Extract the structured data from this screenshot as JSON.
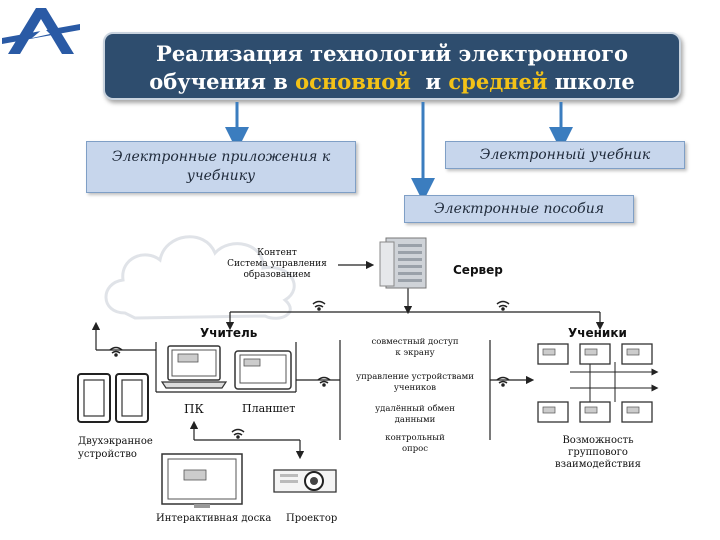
{
  "title": {
    "line1": "Реализация технологий электронного",
    "line2_pre": "обучения в ",
    "line2_hl1": "основной",
    "line2_mid": "  и ",
    "line2_hl2": "средней",
    "line2_post": " школе"
  },
  "boxes": {
    "apps": "Электронные приложения к учебнику",
    "textbook": "Электронный учебник",
    "manuals": "Электронные пособия"
  },
  "server": {
    "content_line1": "Контент",
    "content_line2": "Система управления",
    "content_line3": "образованием",
    "label": "Сервер"
  },
  "teacher": {
    "label": "Учитель",
    "pc": "ПК",
    "tablet": "Планшет",
    "dual_line1": "Двухэкранное",
    "dual_line2": "устройство",
    "board": "Интерактивная доска",
    "projector": "Проектор"
  },
  "functions": {
    "f1_line1": "совместный доступ",
    "f1_line2": "к экрану",
    "f2_line1": "управление устройствами",
    "f2_line2": "учеников",
    "f3_line1": "удалённый обмен",
    "f3_line2": "данными",
    "f4_line1": "контрольный",
    "f4_line2": "опрос"
  },
  "students": {
    "label": "Ученики",
    "group_line1": "Возможность",
    "group_line2": "группового",
    "group_line3": "взаимодействия"
  },
  "colors": {
    "title_bg": "#2e4d6e",
    "highlight": "#f3c217",
    "box_bg": "#c7d6ec",
    "arrow_blue": "#3b7dbf",
    "logo_blue": "#2a5aa5"
  }
}
